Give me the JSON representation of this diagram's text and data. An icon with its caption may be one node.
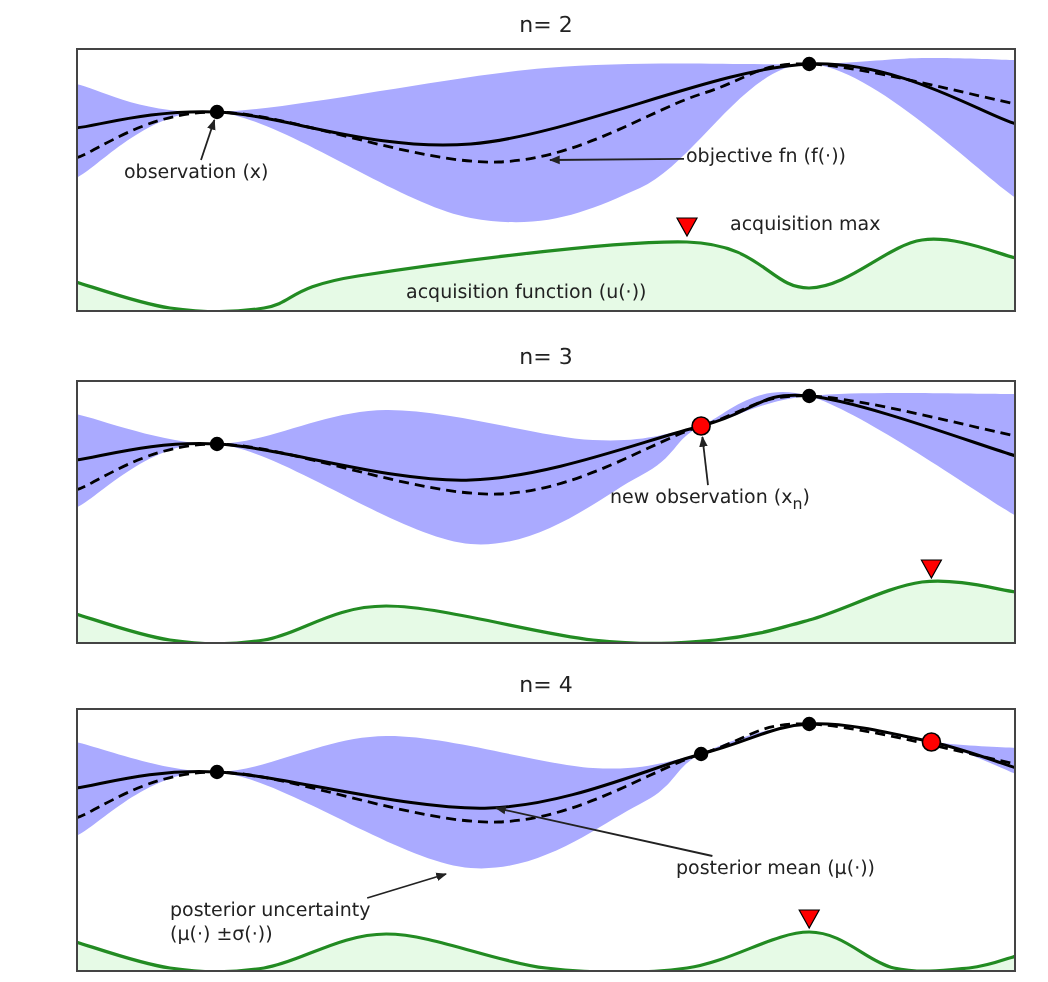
{
  "diagram": {
    "nodes": [
      {
        "text": [
          "n= 2"
        ]
      },
      {
        "text": [
          "observation (x)"
        ],
        "in": 0
      },
      {
        "text": [],
        "shape": "circle",
        "in": 0
      },
      {
        "text": [
          "objective fn (f(·))"
        ],
        "in": 0
      },
      {
        "text": [
          "n= 3"
        ]
      },
      {
        "text": [
          "new observation (x$_{n}$)"
        ],
        "in": 4
      },
      {
        "text": [],
        "shape": "circle",
        "in": 4
      },
      {
        "text": [
          "n= 4"
        ]
      },
      {
        "text": [
          "posterior mean (μ(·))"
        ],
        "in": 7
      },
      {
        "text": [
          "posterior uncertainty (μ(·) ±σ(·))"
        ],
        "in": 7
      }
    ],
    "edges": [
      {
        "from": 1,
        "to": 2,
        "arrow": "to"
      },
      {
        "from": 3,
        "to": null,
        "arrow": "to"
      },
      {
        "from": 5,
        "to": 6,
        "arrow": "to"
      },
      {
        "from": 8,
        "to": null,
        "arrow": "to"
      },
      {
        "from": 9,
        "to": null,
        "arrow": "to"
      }
    ],
    "labels": [
      "acquisition max",
      "acquisition function (u(·))"
    ]
  }
}
